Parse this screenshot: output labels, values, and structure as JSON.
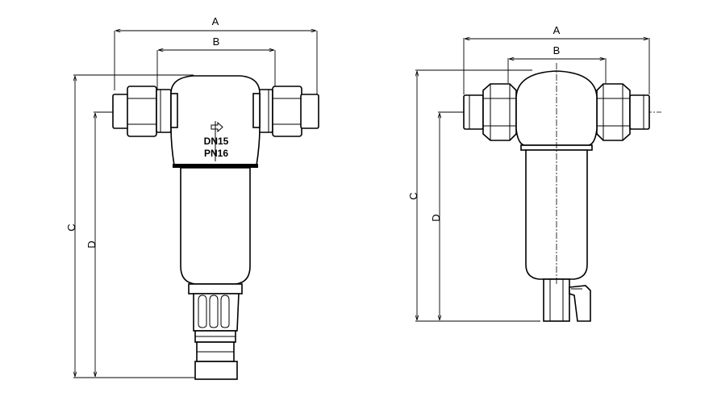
{
  "left_view": {
    "dim_a": "A",
    "dim_b": "B",
    "dim_c": "C",
    "dim_d": "D",
    "marking_nominal_diameter": "DN15",
    "marking_pressure": "PN16"
  },
  "right_view": {
    "dim_a": "A",
    "dim_b": "B",
    "dim_c": "C",
    "dim_d": "D"
  },
  "colors": {
    "line": "#000000",
    "background": "#ffffff"
  }
}
